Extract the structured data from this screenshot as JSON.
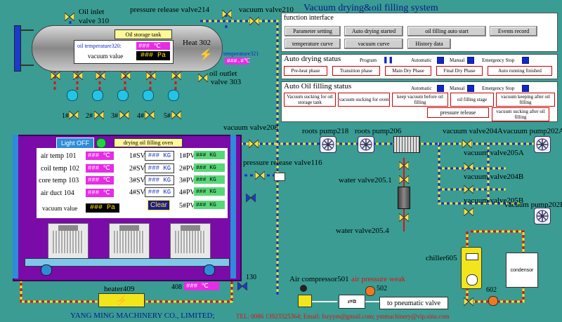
{
  "header": {
    "system_title": "Vacuum drying&oil filling system"
  },
  "tank": {
    "name": "Oil storage tank",
    "temp_label": "oil temperature320:",
    "temp_value": "### ℃",
    "vac_label": "vacuum value",
    "vac_value": "### Pa",
    "heat_label": "Heat 302",
    "temp321_label": "temperature321",
    "temp321_value": "###.#℃"
  },
  "valves": {
    "oil_inlet": "Oil inlet",
    "oil_inlet_num": "valve 310",
    "prv214": "pressure release valve214",
    "v210": "vacuum valve210",
    "oil_outlet": "oil outlet",
    "oil_outlet_num": "valve 303",
    "v208": "vacuum valve208",
    "prv116": "pressure release valve116",
    "w2051": "water valve205.1",
    "w2054": "water valve205.4",
    "v204a": "vacuum valve204A",
    "v205a": "vacuum valve205A",
    "v204b": "vacuum valve204B",
    "v205b": "vacuum valve205B",
    "v130": "130"
  },
  "pumps": {
    "rp218": "roots pump218",
    "rp206": "roots pump206",
    "vp202a": "vacuum pump202A",
    "vp202b": "vacuum pump202B"
  },
  "sv_labels": [
    "1#",
    "2#",
    "3#",
    "4#",
    "5#"
  ],
  "function_interface": {
    "title": "function interface",
    "buttons": [
      "Parameter setting",
      "Auto drying started",
      "oil filling auto start",
      "Events record",
      "temperature curve",
      "vacuum curve",
      "History data"
    ]
  },
  "auto_drying": {
    "title": "Auto drying status",
    "mode_program": "Program",
    "mode_auto": "Automatic",
    "mode_manual": "Manual",
    "mode_estop": "Emergency Stop",
    "steps": [
      "Pre-heat phase",
      "Transition phase",
      "Main Dry Phase",
      "Final Dry Phase",
      "Auto running finished"
    ]
  },
  "auto_oil": {
    "title": "Auto Oil filling status",
    "mode_auto": "Automatic",
    "mode_manual": "Manual",
    "mode_estop": "Emergency Stop",
    "steps": [
      "Vacuum sucking for oil storage tank",
      "vacuum sucking for oven",
      "keep vacuum before oil filling",
      "oil filling stage",
      "vacuum keeping after oil filling"
    ],
    "steps2": [
      "pressure release",
      "vacuum sucking after oil filling"
    ]
  },
  "oven": {
    "light": "Light OFF",
    "title": "drying oil filling oven",
    "rows": [
      {
        "label": "air temp 101",
        "value": "### ℃"
      },
      {
        "label": "coil temp 102",
        "value": "### ℃"
      },
      {
        "label": "core temp 103",
        "value": "### ℃"
      },
      {
        "label": "air duct 104",
        "value": "### ℃"
      }
    ],
    "vac_label": "vacuum value",
    "vac_value": "### Pa",
    "sv": [
      {
        "label": "1#SV",
        "value": "### KG"
      },
      {
        "label": "2#SV",
        "value": "### KG"
      },
      {
        "label": "3#SV",
        "value": "### KG"
      },
      {
        "label": "4#SV",
        "value": "### KG"
      }
    ],
    "pv": [
      {
        "label": "1#PV",
        "value": "### KG"
      },
      {
        "label": "2#PV",
        "value": "### KG"
      },
      {
        "label": "3#PV",
        "value": "### KG"
      },
      {
        "label": "4#PV",
        "value": "### KG"
      },
      {
        "label": "5#PV",
        "value": "### KG"
      }
    ],
    "clear": "Clear"
  },
  "heater": {
    "label": "heater409",
    "temp_num": "408",
    "temp_value": "### ℃"
  },
  "air": {
    "compressor": "Air compressor501",
    "weak": "air pressure weak",
    "num502": "502",
    "to_valve": "to pneumatic valve"
  },
  "chiller": {
    "label": "chiller605",
    "condensor": "condensor",
    "num602": "602"
  },
  "footer": {
    "company": "YANG MING MACHINERY CO., LIMITED;",
    "contact": "TEL: 0086 13923325364; Email: fszyym@gmail.com; ymmachinery@vip.sina.com"
  },
  "colors": {
    "background": "#3a9c93",
    "oven": "#7a0ba8",
    "indicator": "#1027c8",
    "display_pink": "#e62ce6",
    "display_green": "#57d877"
  }
}
